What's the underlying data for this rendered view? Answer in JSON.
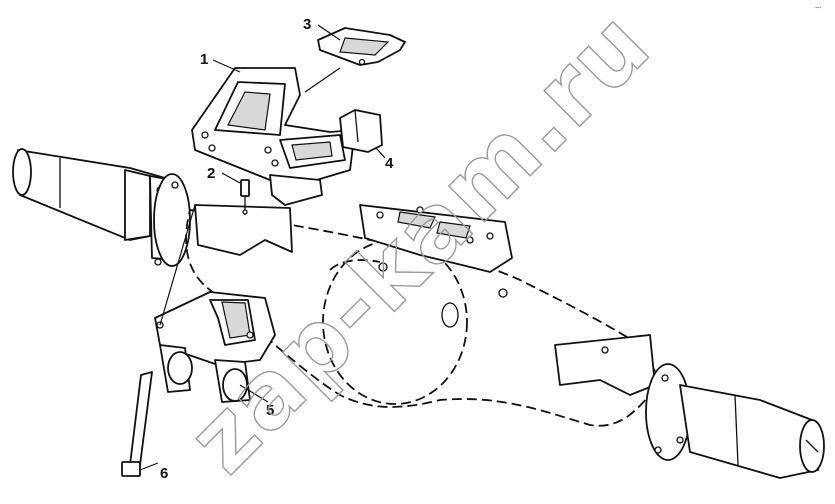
{
  "watermark": "zap-kam.ru",
  "corner_mark": "~-",
  "callouts": [
    {
      "label": "1"
    },
    {
      "label": "2"
    },
    {
      "label": "3"
    },
    {
      "label": "4"
    },
    {
      "label": "5"
    },
    {
      "label": "6"
    }
  ]
}
